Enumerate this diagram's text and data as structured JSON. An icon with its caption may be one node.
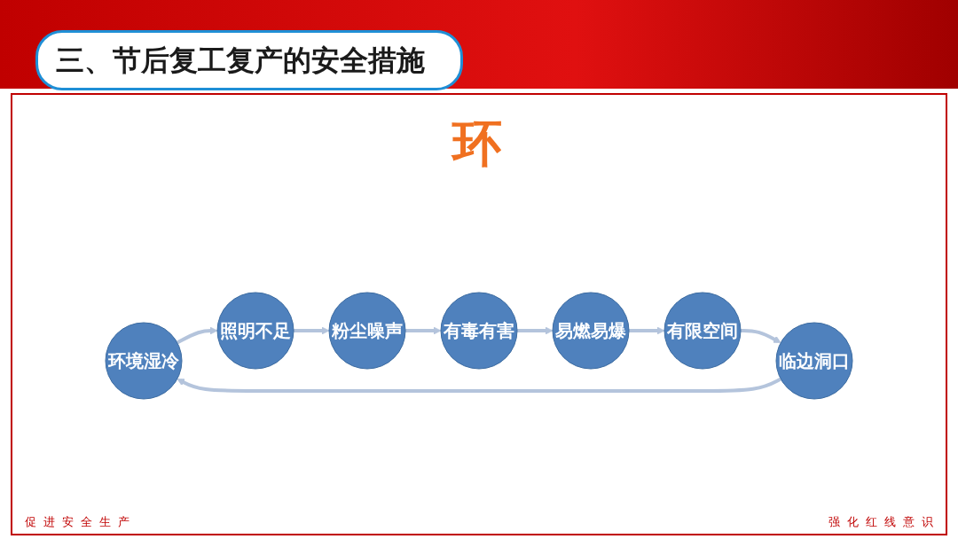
{
  "diagram": {
    "title": "三、节后复工复产的安全措施",
    "nodes": [
      {
        "text": [
          "环境湿冷"
        ]
      },
      {
        "text": [
          "照明不足"
        ]
      },
      {
        "text": [
          "粉尘噪声"
        ]
      },
      {
        "text": [
          "有毒有害"
        ]
      },
      {
        "text": [
          "易燃易爆"
        ]
      },
      {
        "text": [
          "有限空间"
        ]
      },
      {
        "text": [
          "临边洞口"
        ]
      }
    ],
    "edges": [
      {
        "from": 0,
        "to": 1,
        "arrow": "to"
      },
      {
        "from": 1,
        "to": 2,
        "arrow": "to"
      },
      {
        "from": 2,
        "to": 3,
        "arrow": "to"
      },
      {
        "from": 3,
        "to": 4,
        "arrow": "to"
      },
      {
        "from": 4,
        "to": 5,
        "arrow": "to"
      },
      {
        "from": 5,
        "to": 6,
        "arrow": "to"
      },
      {
        "from": 6,
        "to": 0,
        "arrow": "to"
      }
    ],
    "labels": [
      "环",
      "促进安全生产",
      "强化红线意识"
    ]
  }
}
